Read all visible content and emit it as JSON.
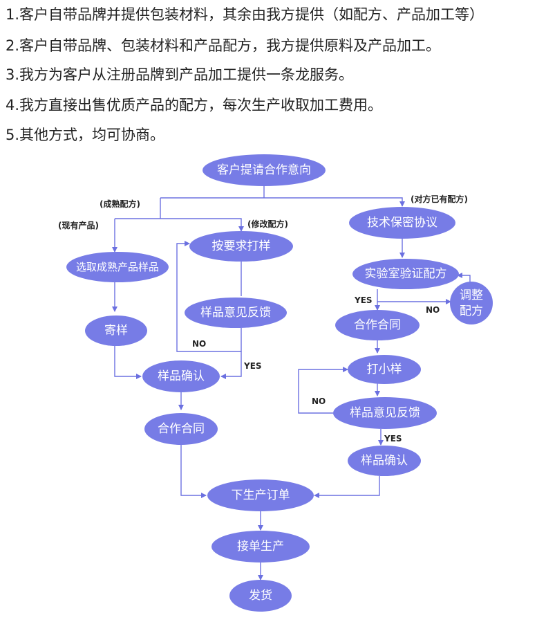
{
  "intro": [
    "1.客户自带品牌并提供包装材料，其余由我方提供（如配方、产品加工等）",
    "2.客户自带品牌、包装材料和产品配方，我方提供原料及产品加工。",
    "3.我方为客户从注册品牌到产品加工提供一条龙服务。",
    "4.我方直接出售优质产品的配方，每次生产收取加工费用。",
    "5.其他方式，均可协商。"
  ],
  "colors": {
    "node": "#777ce6",
    "line": "#6b70e0",
    "node_text": "#ffffff",
    "label_text": "#222222"
  },
  "flow": {
    "nodes": {
      "start": "客户提请合作意向",
      "select_sample": "选取成熟产品样品",
      "send_sample": "寄样",
      "proof_by_req": "按要求打样",
      "feedback_left": "样品意见反馈",
      "confirm_left": "样品确认",
      "contract_left": "合作合同",
      "tech_nda": "技术保密协议",
      "lab_verify": "实验室验证配方",
      "adjust_line1": "调整",
      "adjust_line2": "配方",
      "contract_right": "合作合同",
      "small_proof": "打小样",
      "feedback_right": "样品意见反馈",
      "confirm_right": "样品确认",
      "order": "下生产订单",
      "production": "接单生产",
      "ship": "发货"
    },
    "labels": {
      "mature_formula": "(成熟配方)",
      "has_formula": "(对方已有配方)",
      "existing_product": "(现有产品)",
      "modify_formula": "(修改配方)",
      "no_left": "NO",
      "yes_left": "YES",
      "yes_lab": "YES",
      "no_lab": "NO",
      "no_right": "NO",
      "yes_right": "YES"
    }
  }
}
